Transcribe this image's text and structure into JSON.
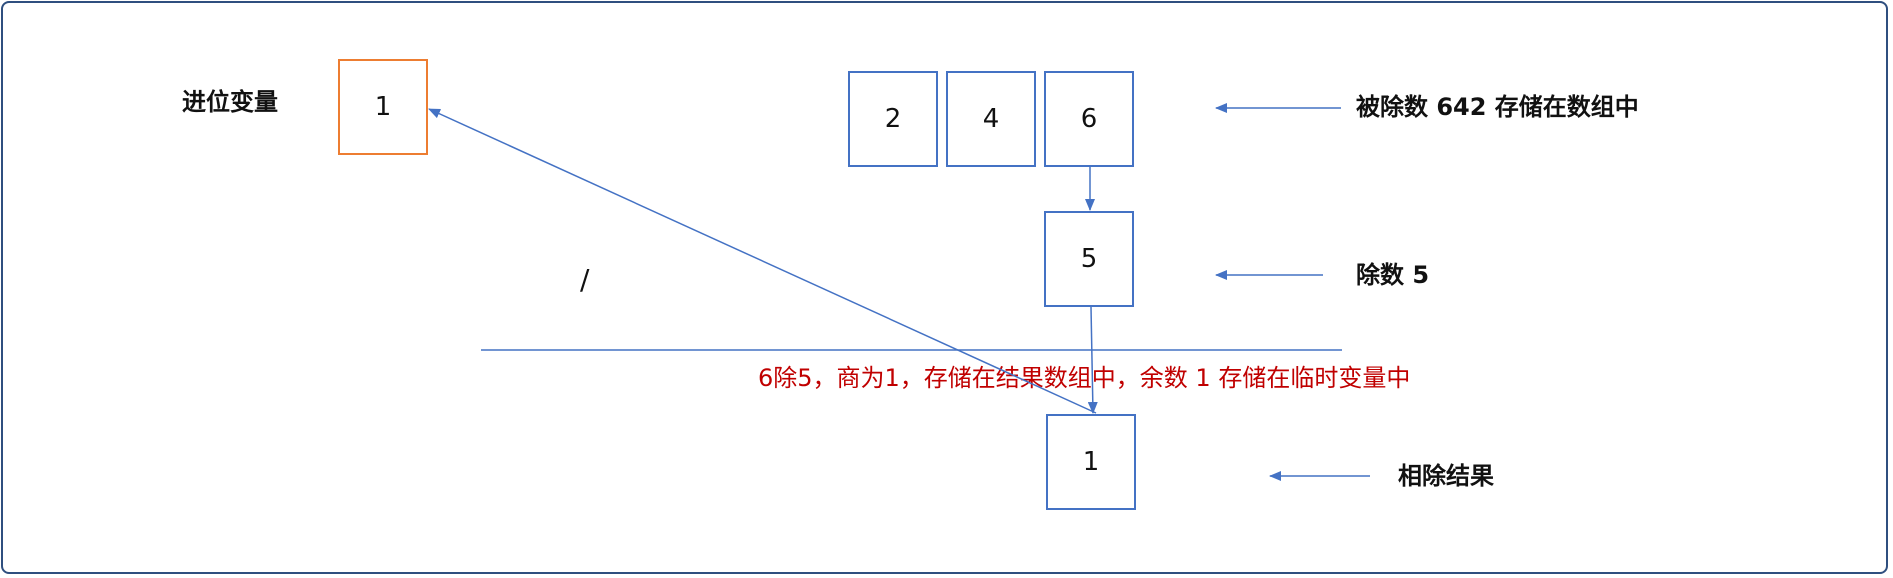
{
  "carry": {
    "label": "进位变量",
    "value": "1"
  },
  "dividend": {
    "label": "被除数 642 存储在数组中",
    "digits": [
      "2",
      "4",
      "6"
    ]
  },
  "divisor": {
    "label": "除数 5",
    "value": "5"
  },
  "operator": "/",
  "explanation": "6除5，商为1，存储在结果数组中，余数 1 存储在临时变量中",
  "result": {
    "label": "相除结果",
    "value": "1"
  },
  "colors": {
    "box": "#4472c4",
    "carry_box": "#ed7d31",
    "note": "#c00000",
    "frame": "#2f4f7f"
  }
}
